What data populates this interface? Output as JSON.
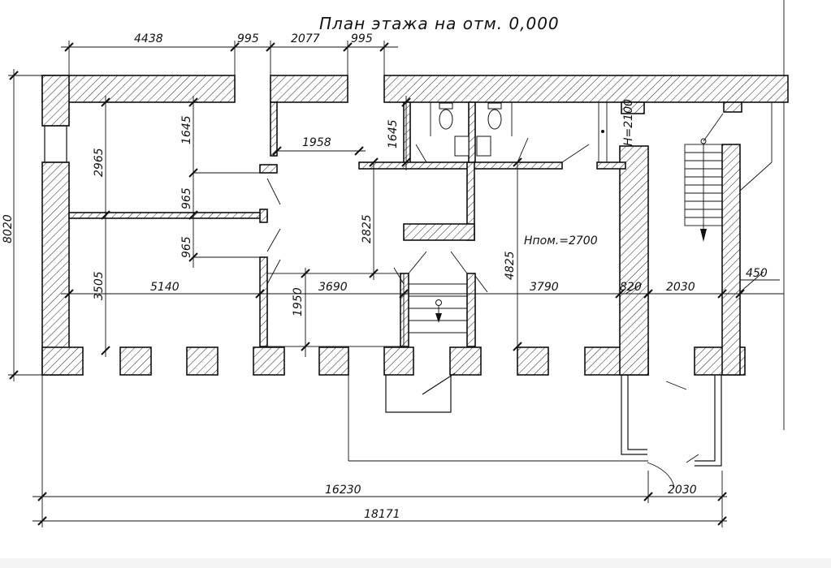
{
  "title": "План этажа на отм. 0,000",
  "top_dims": [
    "4438",
    "995",
    "2077",
    "995"
  ],
  "left_total": "8020",
  "room_dims": {
    "d2965": "2965",
    "d3505": "3505",
    "d1645a": "1645",
    "d965a": "965",
    "d965b": "965",
    "d1645b": "1645",
    "d1958": "1958",
    "d2825": "2825",
    "d1950": "1950",
    "d4825": "4825",
    "h2100": "H=2100"
  },
  "row_dims": [
    "5140",
    "3690",
    "3790",
    "820",
    "2030",
    "450"
  ],
  "room_height": "Hпом.=2700",
  "bottom_dims": {
    "d16230": "16230",
    "d2030": "2030",
    "d18171": "18171"
  }
}
